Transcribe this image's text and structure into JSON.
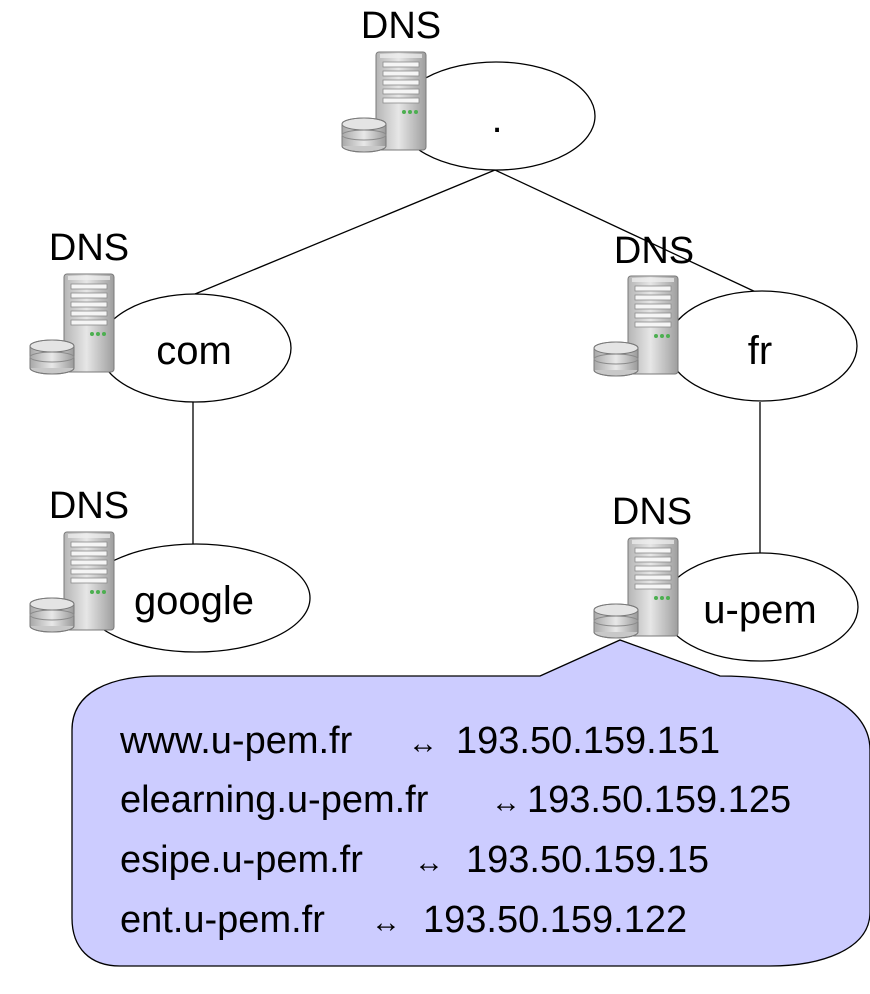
{
  "server_label": "DNS",
  "zones": {
    "root": ".",
    "com": "com",
    "fr": "fr",
    "google": "google",
    "upem": "u-pem"
  },
  "records": [
    {
      "host": "www.u-pem.fr",
      "arrow": "↔",
      "ip": "193.50.159.151"
    },
    {
      "host": "elearning.u-pem.fr",
      "arrow": "↔",
      "ip": "193.50.159.125"
    },
    {
      "host": "esipe.u-pem.fr",
      "arrow": "↔",
      "ip": "193.50.159.15"
    },
    {
      "host": "ent.u-pem.fr",
      "arrow": "↔",
      "ip": "193.50.159.122"
    }
  ],
  "colors": {
    "callout_fill": "#ccccff",
    "server_body": "#d9d9d9",
    "led": "#4caf50"
  },
  "icons": [
    "server-icon",
    "database-icon"
  ]
}
